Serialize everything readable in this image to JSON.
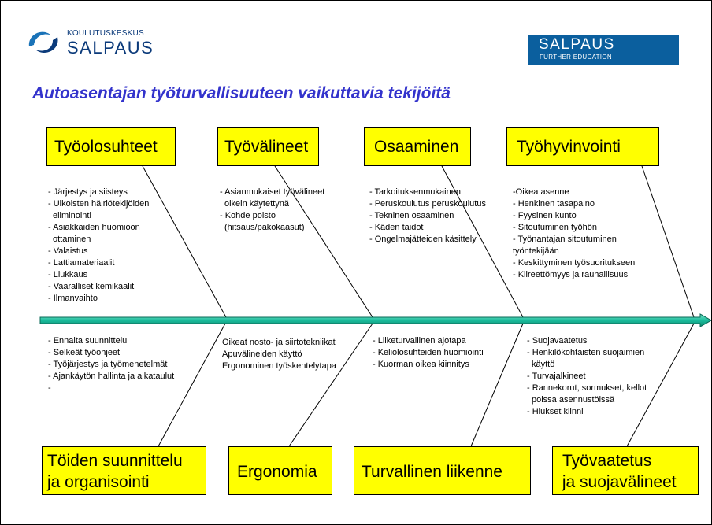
{
  "logo_left": {
    "small": "KOULUTUSKESKUS",
    "big": "SALPAUS"
  },
  "logo_right": {
    "big": "SALPAUS",
    "small": "FURTHER EDUCATION"
  },
  "colors": {
    "title": "#3333cc",
    "box_fill": "#ffff00",
    "arrow": "#1abc9c",
    "logo_blue": "#0b5f9e"
  },
  "title": "Autoasentajan työturvallisuuteen vaikuttavia tekijöitä",
  "top_boxes": [
    {
      "label": "Työolosuhteet"
    },
    {
      "label": "Työvälineet"
    },
    {
      "label": "Osaaminen"
    },
    {
      "label": "Työhyvinvointi"
    }
  ],
  "bottom_boxes": [
    {
      "line1": "Töiden suunnittelu",
      "line2": "ja organisointi"
    },
    {
      "line1": "Ergonomia",
      "line2": ""
    },
    {
      "line1": "Turvallinen liikenne",
      "line2": ""
    },
    {
      "line1": "Työvaatetus",
      "line2": " ja suojavälineet"
    }
  ],
  "top_lists": [
    [
      "- Järjestys ja siisteys",
      "- Ulkoisten häiriötekijöiden",
      "  eliminointi",
      "- Asiakkaiden huomioon",
      "  ottaminen",
      "- Valaistus",
      "- Lattiamateriaalit",
      "- Liukkaus",
      "- Vaaralliset kemikaalit",
      "- Ilmanvaihto"
    ],
    [
      "- Asianmukaiset työvälineet",
      "  oikein käytettynä",
      "- Kohde poisto",
      "  (hitsaus/pakokaasut)"
    ],
    [
      "- Tarkoituksenmukainen",
      "- Peruskoulutus peruskoulutus",
      "- Tekninen osaaminen",
      "- Käden taidot",
      "- Ongelmajätteiden käsittely"
    ],
    [
      "-Oikea asenne",
      "- Henkinen tasapaino",
      "- Fyysinen kunto",
      "- Sitoutuminen työhön",
      "- Työnantajan sitoutuminen",
      "työntekijään",
      "- Keskittyminen työsuoritukseen",
      "- Kiireettömyys ja rauhallisuus"
    ]
  ],
  "bottom_lists": [
    [
      "- Ennalta suunnittelu",
      "- Selkeät työohjeet",
      "- Työjärjestys ja työmenetelmät",
      "- Ajankäytön hallinta ja aikataulut",
      "-"
    ],
    [
      "Oikeat nosto- ja siirtotekniikat",
      "Apuvälineiden käyttö",
      "Ergonominen työskentelytapa"
    ],
    [
      "- Liiketurvallinen ajotapa",
      "- Keliolosuhteiden huomiointi",
      "- Kuorman oikea kiinnitys"
    ],
    [
      "- Suojavaatetus",
      "- Henkilökohtaisten suojaimien",
      "  käyttö",
      "- Turvajalkineet",
      "- Rannekorut, sormukset, kellot",
      "  poissa asennustöissä",
      "- Hiukset kiinni"
    ]
  ]
}
